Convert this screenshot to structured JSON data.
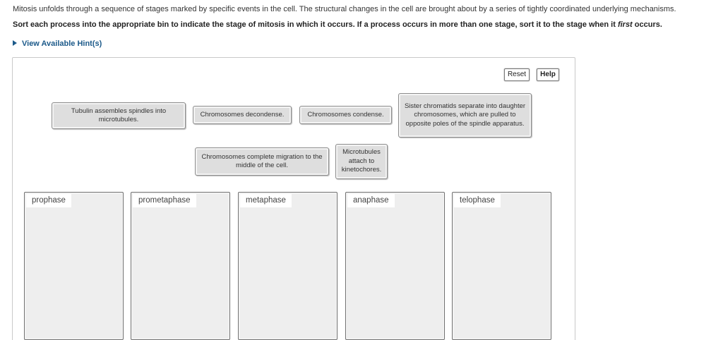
{
  "intro_text": "Mitosis unfolds through a sequence of stages marked by specific events in the cell. The structural changes in the cell are brought about by a series of tightly coordinated underlying mechanisms.",
  "instruction": {
    "part1": "Sort each process into the appropriate bin to indicate the stage of mitosis in which it occurs. If a process occurs in more than one stage, sort it to the stage when it ",
    "emphasis": "first",
    "part2": " occurs."
  },
  "hint_label": "View Available Hint(s)",
  "toolbar": {
    "reset_label": "Reset",
    "help_label": "Help"
  },
  "cards": [
    {
      "id": "tubulin",
      "text": "Tubulin assembles spindles into microtubules."
    },
    {
      "id": "decondense",
      "text": "Chromosomes decondense."
    },
    {
      "id": "condense",
      "text": "Chromosomes condense."
    },
    {
      "id": "sister",
      "text": "Sister chromatids separate into daughter chromosomes, which are pulled to opposite poles of the spindle apparatus."
    },
    {
      "id": "migration",
      "text": "Chromosomes complete migration to the middle of the cell."
    },
    {
      "id": "kinetochores",
      "text": "Microtubules attach to kinetochores."
    }
  ],
  "bins": [
    {
      "id": "prophase",
      "label": "prophase"
    },
    {
      "id": "prometaphase",
      "label": "prometaphase"
    },
    {
      "id": "metaphase",
      "label": "metaphase"
    },
    {
      "id": "anaphase",
      "label": "anaphase"
    },
    {
      "id": "telophase",
      "label": "telophase"
    }
  ]
}
